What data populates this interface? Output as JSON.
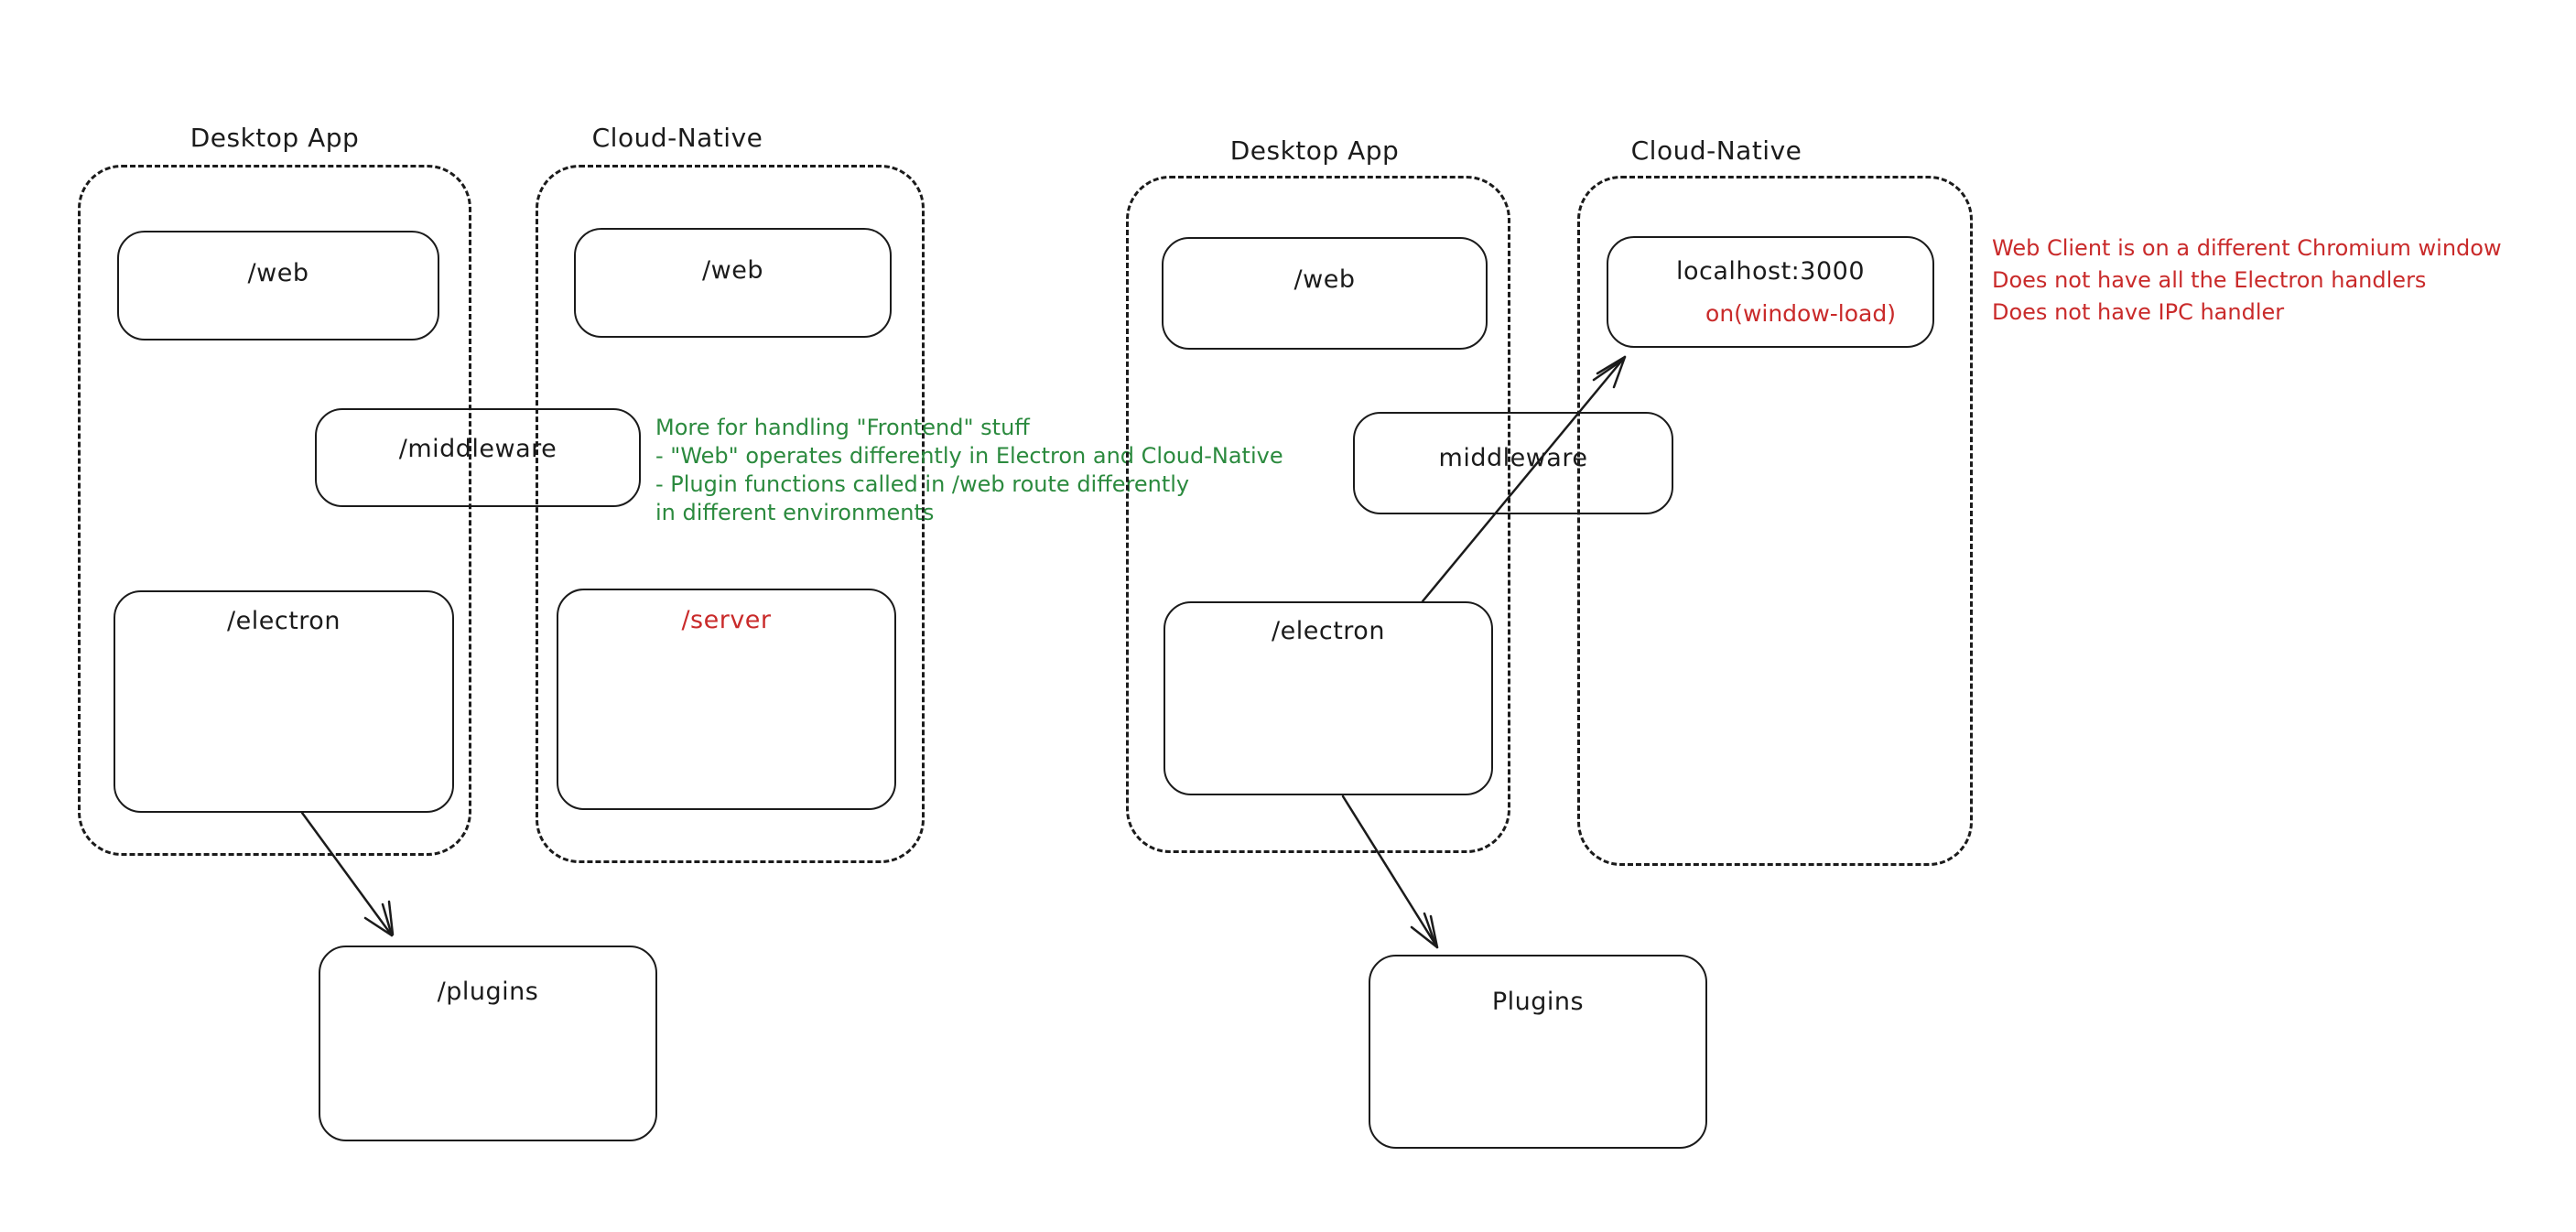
{
  "colors": {
    "ink": "#1b1b1b",
    "red": "#c92a2a",
    "green": "#2b8a3e",
    "background": "#ffffff"
  },
  "left": {
    "desktop_label": "Desktop App",
    "cloud_label": "Cloud-Native",
    "web_desktop": "/web",
    "web_cloud": "/web",
    "middleware": "/middleware",
    "electron": "/electron",
    "server": "/server",
    "plugins": "/plugins",
    "note_lines": [
      "More for handling \"Frontend\" stuff",
      "- \"Web\" operates differently in Electron and Cloud-Native",
      "- Plugin functions called in /web route differently",
      "in different environments"
    ]
  },
  "right": {
    "desktop_label": "Desktop App",
    "cloud_label": "Cloud-Native",
    "web": "/web",
    "localhost": "localhost:3000",
    "localhost_event": "on(window-load)",
    "middleware": "middleware",
    "electron": "/electron",
    "plugins": "Plugins",
    "note_lines": [
      "Web Client is on a different Chromium window",
      "Does not have all the Electron handlers",
      "Does not have IPC handler"
    ]
  }
}
